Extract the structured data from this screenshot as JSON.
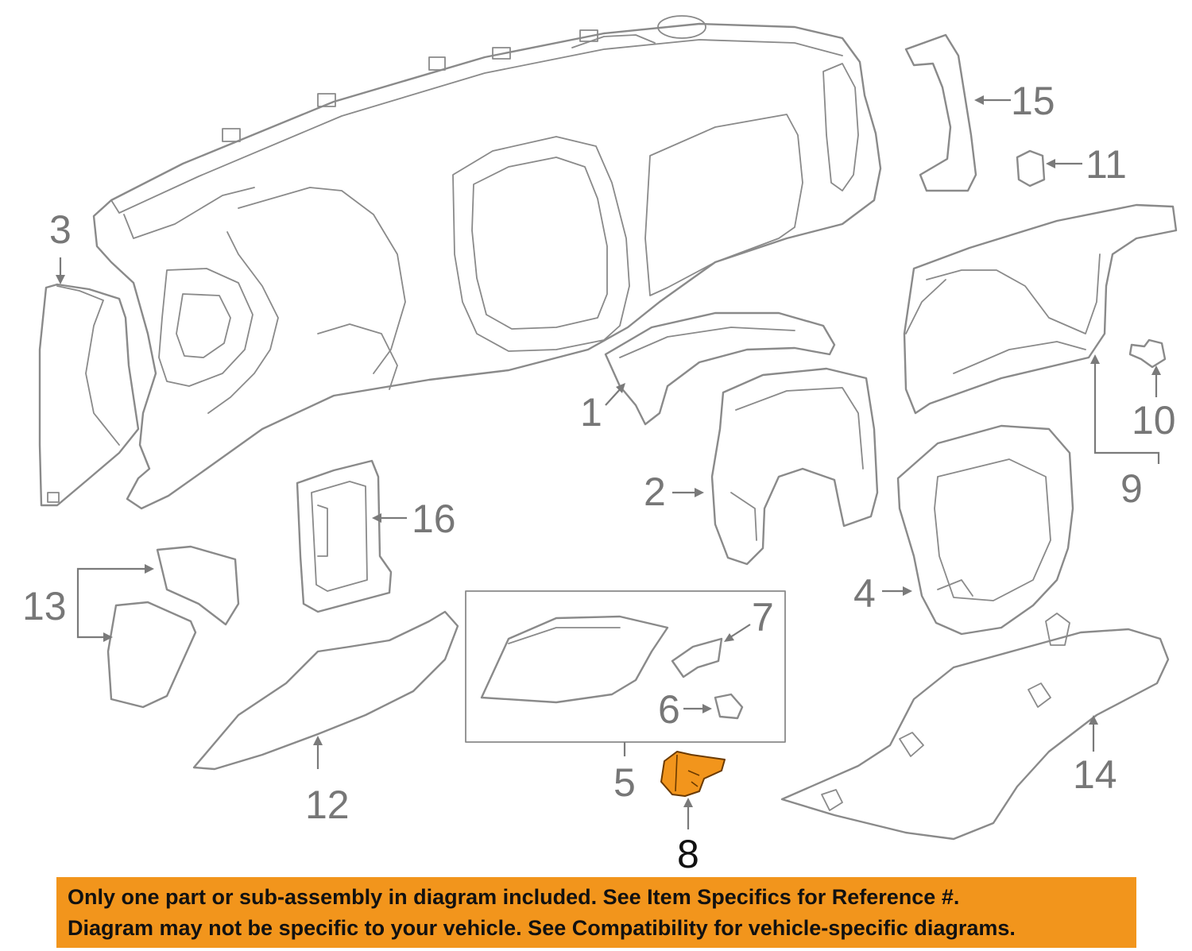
{
  "diagram": {
    "callouts": [
      {
        "id": "1",
        "label": "1"
      },
      {
        "id": "2",
        "label": "2"
      },
      {
        "id": "3",
        "label": "3"
      },
      {
        "id": "4",
        "label": "4"
      },
      {
        "id": "5",
        "label": "5"
      },
      {
        "id": "6",
        "label": "6"
      },
      {
        "id": "7",
        "label": "7"
      },
      {
        "id": "8",
        "label": "8"
      },
      {
        "id": "9",
        "label": "9"
      },
      {
        "id": "10",
        "label": "10"
      },
      {
        "id": "11",
        "label": "11"
      },
      {
        "id": "12",
        "label": "12"
      },
      {
        "id": "13",
        "label": "13"
      },
      {
        "id": "14",
        "label": "14"
      },
      {
        "id": "15",
        "label": "15"
      },
      {
        "id": "16",
        "label": "16"
      }
    ],
    "highlighted_part": "8",
    "colors": {
      "line_art": "#8a8a8a",
      "highlight_fill": "#f2951c",
      "banner_background": "#f2951c",
      "banner_text": "#111111"
    }
  },
  "notice": {
    "line1": "Only one part or sub-assembly in diagram included. See Item Specifics for Reference #.",
    "line2": "Diagram may not be specific to your vehicle. See Compatibility for vehicle-specific diagrams."
  }
}
